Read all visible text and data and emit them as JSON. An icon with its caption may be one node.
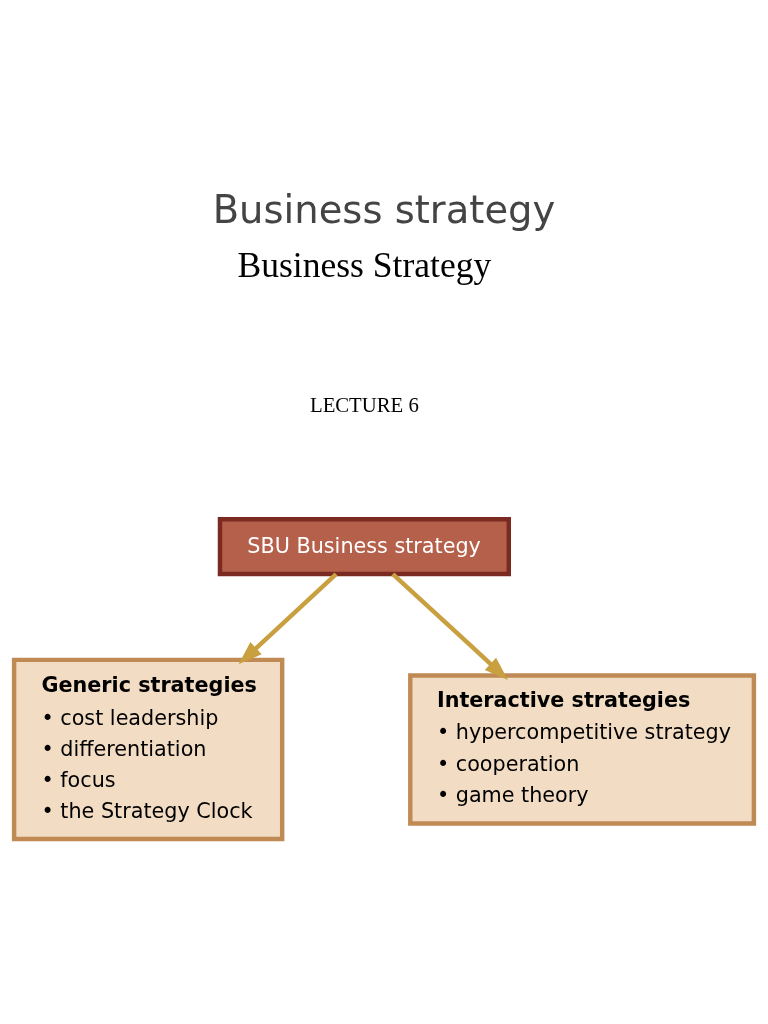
{
  "diagram": {
    "title": "Business strategy",
    "nodes": [
      {
        "text": [
          "SBU Business strategy"
        ]
      },
      {
        "text": [
          "Generic strategies",
          "• cost leadership",
          "• differentiation",
          "• focus",
          "• the Strategy Clock"
        ]
      },
      {
        "text": [
          "Interactive strategies",
          "• hypercompetitive strategy",
          "• cooperation",
          "• game theory"
        ]
      }
    ],
    "edges": [
      {
        "from": 0,
        "to": 1,
        "arrow": "to"
      },
      {
        "from": 0,
        "to": 2,
        "arrow": "to"
      }
    ],
    "labels": [
      "Business Strategy",
      "LECTURE 6"
    ]
  }
}
